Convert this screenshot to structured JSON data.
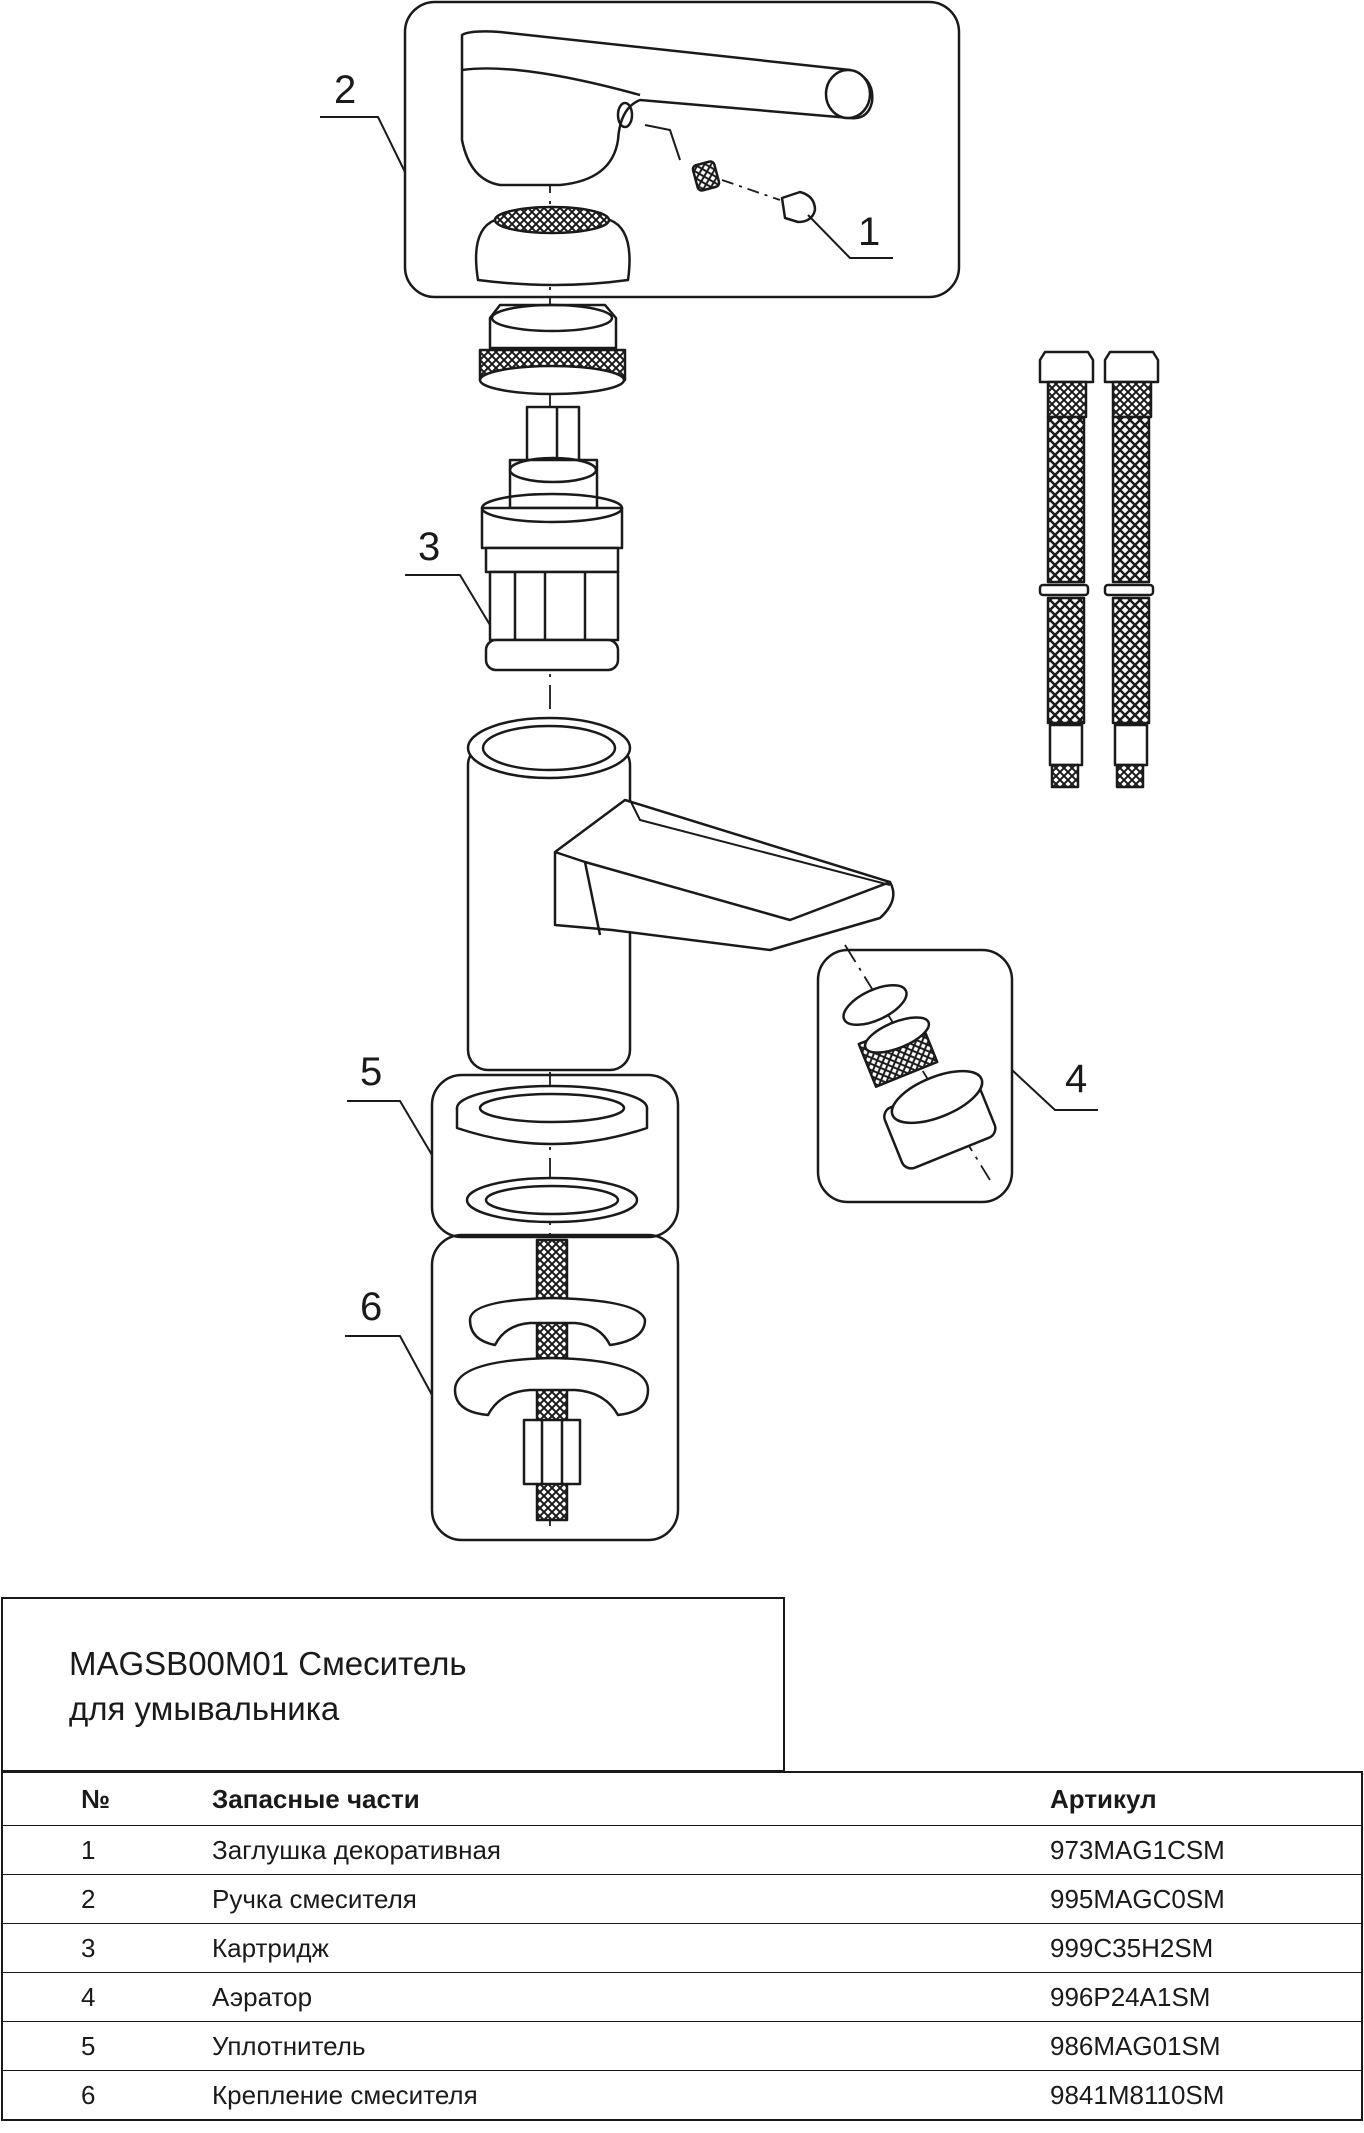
{
  "diagram": {
    "callouts": [
      "1",
      "2",
      "3",
      "4",
      "5",
      "6"
    ]
  },
  "product": {
    "title_line1": "MAGSB00M01 Смеситель",
    "title_line2": "для умывальника"
  },
  "table": {
    "headers": {
      "no": "№",
      "name": "Запасные части",
      "sku": "Артикул"
    },
    "rows": [
      {
        "no": "1",
        "name": "Заглушка декоративная",
        "sku": "973MAG1CSM"
      },
      {
        "no": "2",
        "name": "Ручка смесителя",
        "sku": "995MAGC0SM"
      },
      {
        "no": "3",
        "name": "Картридж",
        "sku": "999C35H2SM"
      },
      {
        "no": "4",
        "name": "Аэратор",
        "sku": "996P24A1SM"
      },
      {
        "no": "5",
        "name": "Уплотнитель",
        "sku": "986MAG01SM"
      },
      {
        "no": "6",
        "name": "Крепление смесителя",
        "sku": "9841M8110SM"
      }
    ]
  }
}
